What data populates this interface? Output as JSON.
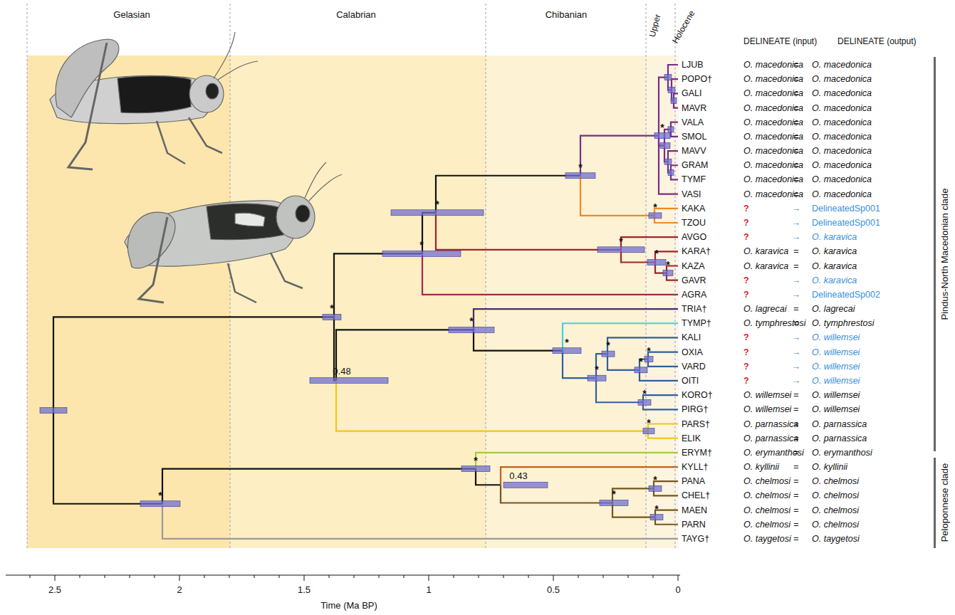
{
  "diagram": {
    "labels": [
      "Gelasian",
      "Calabrian",
      "Chibanian",
      "Upper",
      "Holocene",
      "DELINEATE (input)",
      "DELINEATE (output)",
      "LJUB",
      "O. macedonica",
      "=",
      "O. macedonica",
      "POPO†",
      "O. macedonica",
      "=",
      "O. macedonica",
      "GALI",
      "O. macedonica",
      "=",
      "O. macedonica",
      "MAVR",
      "O. macedonica",
      "=",
      "O. macedonica",
      "VALA",
      "O. macedonica",
      "=",
      "O. macedonica",
      "SMOL",
      "O. macedonica",
      "=",
      "O. macedonica",
      "MAVV",
      "O. macedonica",
      "=",
      "O. macedonica",
      "GRAM",
      "O. macedonica",
      "=",
      "O. macedonica",
      "TYMF",
      "O. macedonica",
      "=",
      "O. macedonica",
      "VASI",
      "O. macedonica",
      "=",
      "O. macedonica",
      "KAKA",
      "?",
      "→",
      "DelineatedSp001",
      "TZOU",
      "?",
      "→",
      "DelineatedSp001",
      "AVGO",
      "?",
      "→",
      "O. karavica",
      "KARA†",
      "O. karavica",
      "=",
      "O. karavica",
      "KAZA",
      "O. karavica",
      "=",
      "O. karavica",
      "GAVR",
      "?",
      "→",
      "O. karavica",
      "AGRA",
      "?",
      "→",
      "DelineatedSp002",
      "TRIA†",
      "O. lagrecai",
      "=",
      "O. lagrecai",
      "TYMP†",
      "O. tymphrestosi",
      "=",
      "O. tymphrestosi",
      "KALI",
      "?",
      "→",
      "O. willemsei",
      "OXIA",
      "?",
      "→",
      "O. willemsei",
      "VARD",
      "?",
      "→",
      "O. willemsei",
      "OITI",
      "?",
      "→",
      "O. willemsei",
      "KORO†",
      "O. willemsei",
      "=",
      "O. willemsei",
      "PIRG†",
      "O. willemsei",
      "=",
      "O. willemsei",
      "PARS†",
      "O. parnassica",
      "=",
      "O. parnassica",
      "ELIK",
      "O. parnassica",
      "=",
      "O. parnassica",
      "ERYM†",
      "O. erymanthosi",
      "=",
      "O. erymanthosi",
      "KYLL†",
      "O. kyllinii",
      "=",
      "O. kyllinii",
      "PANA",
      "O. chelmosi",
      "=",
      "O. chelmosi",
      "CHEL†",
      "O. chelmosi",
      "=",
      "O. chelmosi",
      "MAEN",
      "O. chelmosi",
      "=",
      "O. chelmosi",
      "PARN",
      "O. chelmosi",
      "=",
      "O. chelmosi",
      "TAYG†",
      "O. taygetosi",
      "=",
      "O. taygetosi",
      "Pindus-North Macedonian clade",
      "Peloponnese clade",
      "2.5",
      "2",
      "1.5",
      "1",
      "0.5",
      "0",
      "Time (Ma BP)",
      "0.48",
      "0.43",
      "*",
      "*",
      "*",
      "*",
      "*",
      "*",
      "*",
      "*",
      "*",
      "*",
      "*",
      "*",
      "*",
      "*",
      "*",
      "*",
      "*",
      "*",
      "*",
      "*",
      "*",
      "*"
    ]
  }
}
